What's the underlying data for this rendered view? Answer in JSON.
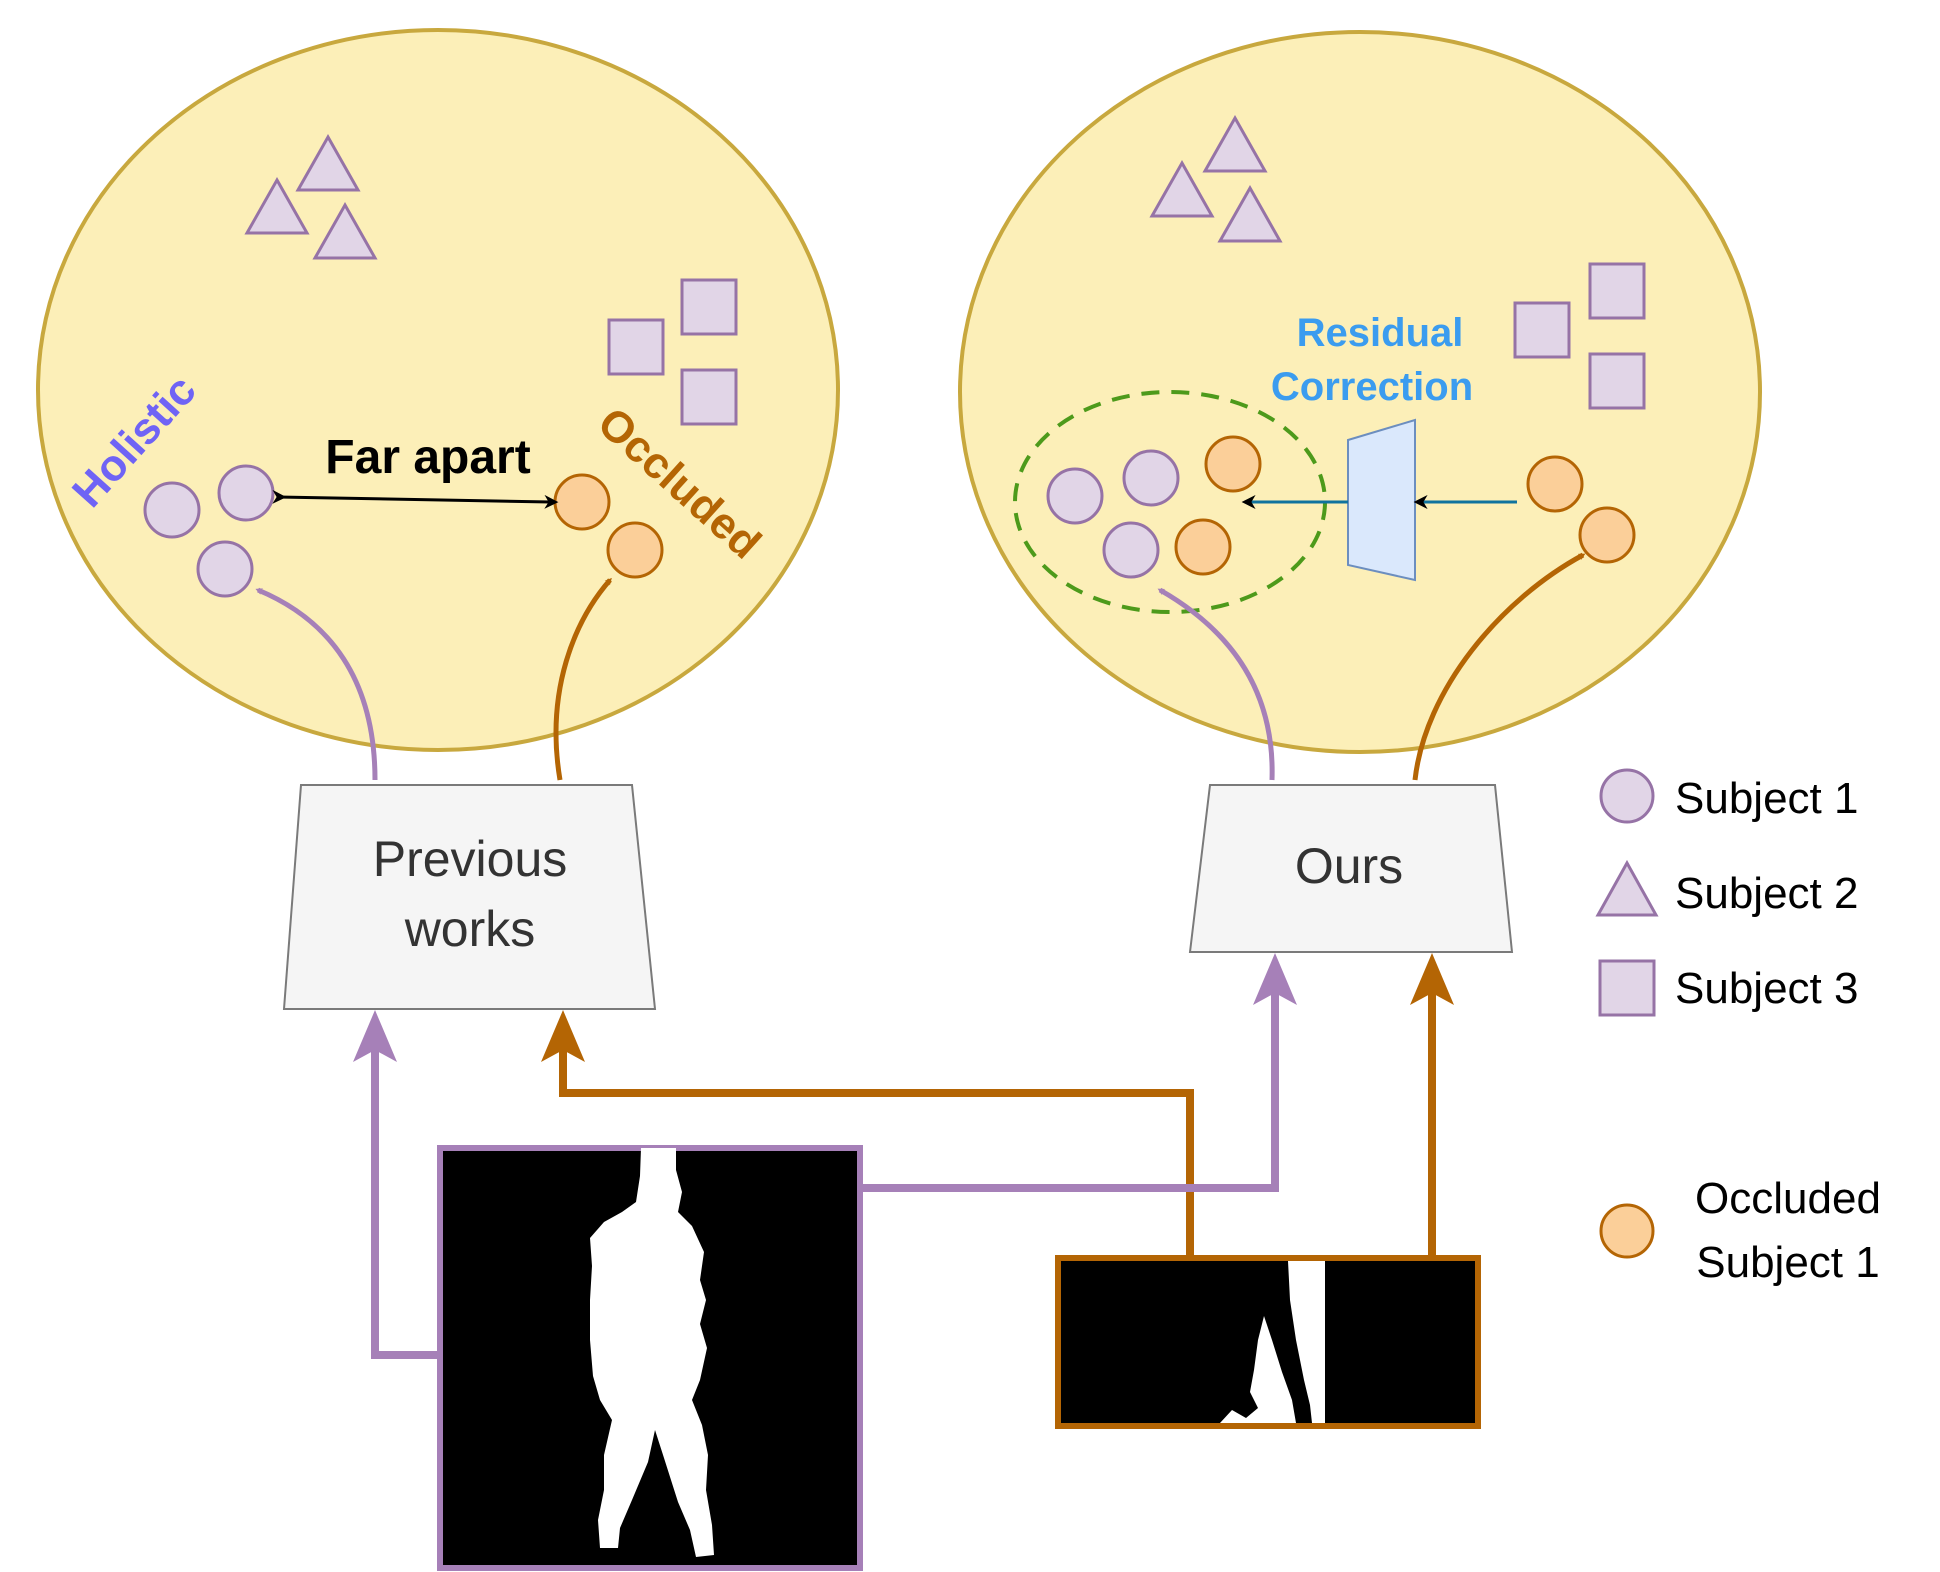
{
  "colors": {
    "space_fill": "#fcefb8",
    "space_stroke": "#c8a83e",
    "subject_fill": "#e1d5e7",
    "subject_stroke": "#9673a6",
    "occluded_fill": "#fbcf99",
    "occluded_stroke": "#b46504",
    "holistic_arrow": "#a680b8",
    "occluded_arrow": "#b46504",
    "holistic_label": "#6f63f5",
    "occluded_label": "#b46504",
    "residual_label": "#3b9cef",
    "residual_arrow": "#10739e",
    "residual_block_fill": "#dae8fc",
    "residual_block_stroke": "#6c8ebf",
    "encoder_fill": "#f5f5f5",
    "encoder_stroke": "#7a7a7a",
    "cluster_outline": "#4d9a1b"
  },
  "left_panel": {
    "holistic_label": "Holistic",
    "occluded_label": "Occluded",
    "distance_label": "Far apart",
    "encoder_lines": [
      "Previous",
      "works"
    ]
  },
  "right_panel": {
    "residual_lines": [
      "Residual",
      "Correction"
    ],
    "encoder_label": "Ours"
  },
  "legend": {
    "subject1": "Subject 1",
    "subject2": "Subject 2",
    "subject3": "Subject 3",
    "occluded_lines": [
      "Occluded",
      "Subject 1"
    ]
  },
  "icons": {
    "subject1": "circle-icon",
    "subject2": "triangle-icon",
    "subject3": "square-icon",
    "occluded": "orange-circle-icon"
  }
}
